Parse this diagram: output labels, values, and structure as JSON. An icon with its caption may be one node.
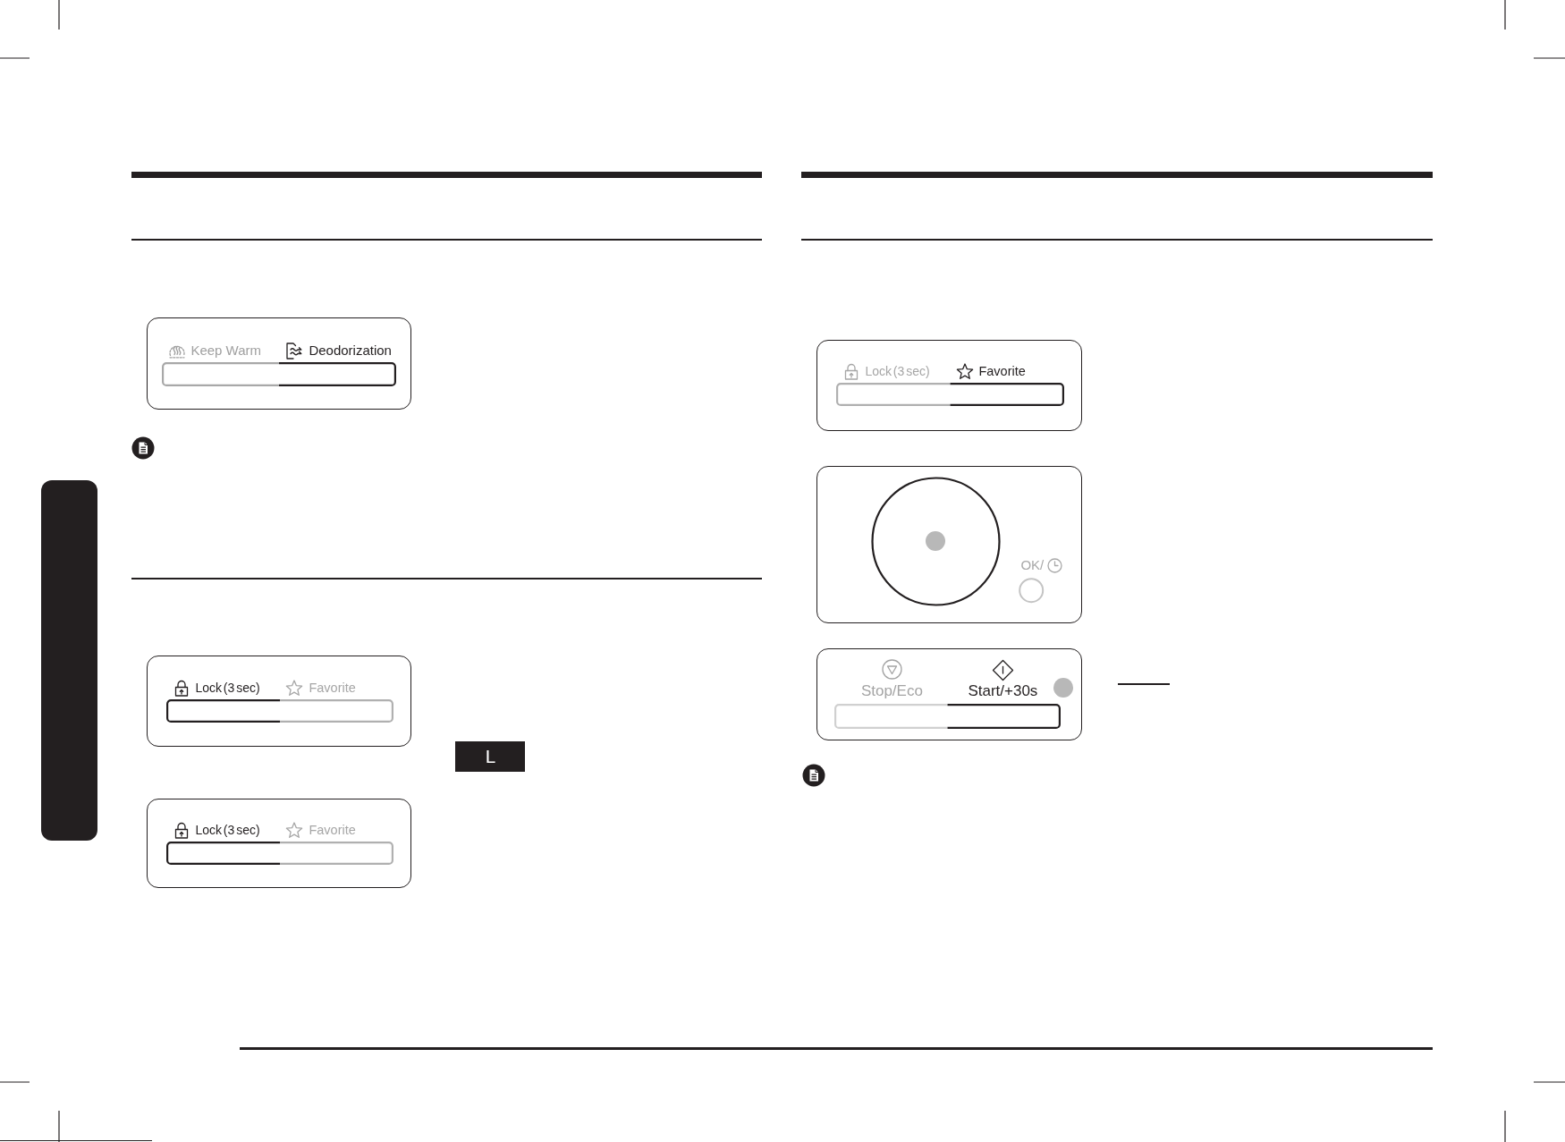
{
  "diagram": {
    "nodes": [
      {
        "text": [],
        "shape": "box"
      },
      {
        "text": [
          "Keep Warm",
          "Deodorization"
        ]
      },
      {
        "text": [
          "Lock (3 sec)",
          "Favorite"
        ]
      },
      {
        "text": [
          "L"
        ]
      },
      {
        "text": [
          "Lock (3 sec)",
          "Favorite"
        ]
      },
      {
        "text": [
          "Lock (3 sec)",
          "Favorite"
        ]
      },
      {
        "text": [
          "OK/"
        ]
      },
      {
        "text": [
          "Stop/Eco",
          "Start/+30s"
        ]
      }
    ]
  }
}
